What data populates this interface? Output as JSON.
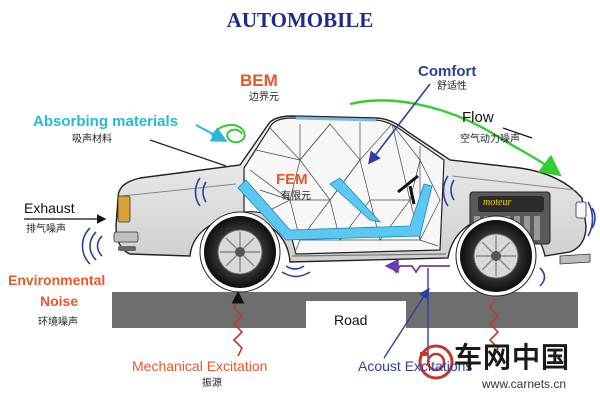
{
  "title": "AUTOMOBILE",
  "labels": {
    "bem": "BEM",
    "bem_cn": "边界元",
    "comfort": "Comfort",
    "comfort_cn": "舒适性",
    "absorbing": "Absorbing materials",
    "absorbing_cn": "吸声材料",
    "flow": "Flow",
    "flow_cn": "空气动力噪声",
    "exhaust": "Exhaust",
    "exhaust_cn": "排气噪声",
    "fem": "FEM",
    "fem_cn": "有限元",
    "env_line1": "Environmental",
    "env_line2": "Noise",
    "env_cn": "环境噪声",
    "road": "Road",
    "mechanical": "Mechanical Excitation",
    "mechanical_cn": "振源",
    "acoustic": "Acoust  Excitations",
    "moteur": "moteur"
  },
  "watermark": {
    "name": "车网中国",
    "url": "www.carnets.cn"
  },
  "colors": {
    "title": "#1f2a8c",
    "orange": "#e4582a",
    "blue": "#2d3f9e",
    "cyan": "#28b7d8",
    "green": "#33cc33",
    "absorber": "#5ac8f0",
    "road": "#707070"
  }
}
